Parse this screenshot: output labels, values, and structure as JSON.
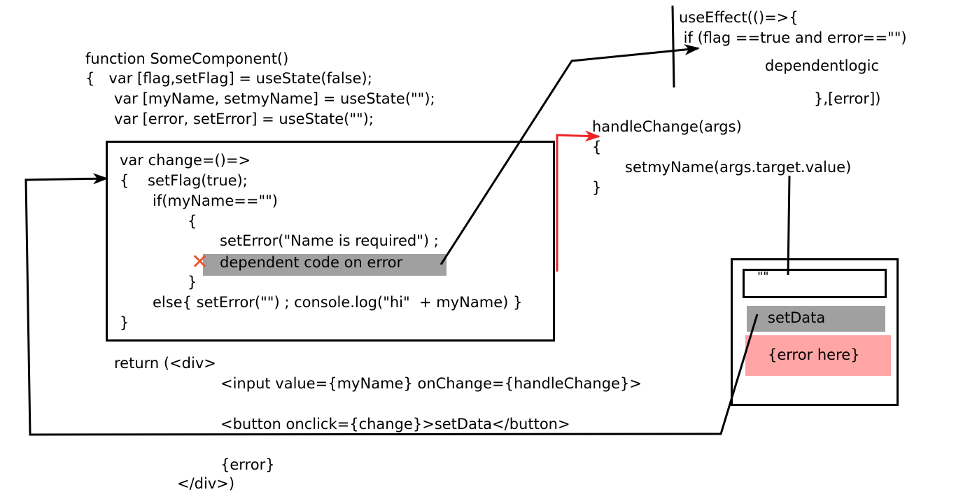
{
  "component": {
    "signature": "function SomeComponent()",
    "state_lines": [
      "{   var [flag,setFlag] = useState(false);",
      "var [myName, setmyName] = useState(\"\");",
      "var [error, setError] = useState(\"\");"
    ]
  },
  "change_fn": {
    "lines": [
      "var change=()=>",
      "{    setFlag(true);",
      "if(myName==\"\")",
      "{",
      "setError(\"Name is required\") ;",
      "dependent code on error",
      "}",
      "else{ setError(\"\") ; console.log(\"hi\"  + myName) }",
      "}"
    ],
    "cross_icon": "x-mark-icon"
  },
  "return_block": {
    "lines": [
      "return (<div>",
      "<input value={myName} onChange={handleChange}>",
      "<button onclick={change}>setData</button>",
      "{error}",
      "</div>)"
    ]
  },
  "use_effect": {
    "lines": [
      "useEffect(()=>{",
      " if (flag ==true and error==\"\")",
      "dependentlogic",
      "},[error])"
    ]
  },
  "handle_change": {
    "lines": [
      "handleChange(args)",
      "{",
      "setmyName(args.target.value)",
      "}"
    ]
  },
  "ui_mock": {
    "input_value": "\"\"",
    "button_label": "setData",
    "error_label": "{error here}"
  },
  "colors": {
    "highlight_gray": "#a0a0a0",
    "error_pink": "#ffa5a5",
    "red_arrow": "#ee2222",
    "cross": "#e8552f"
  }
}
